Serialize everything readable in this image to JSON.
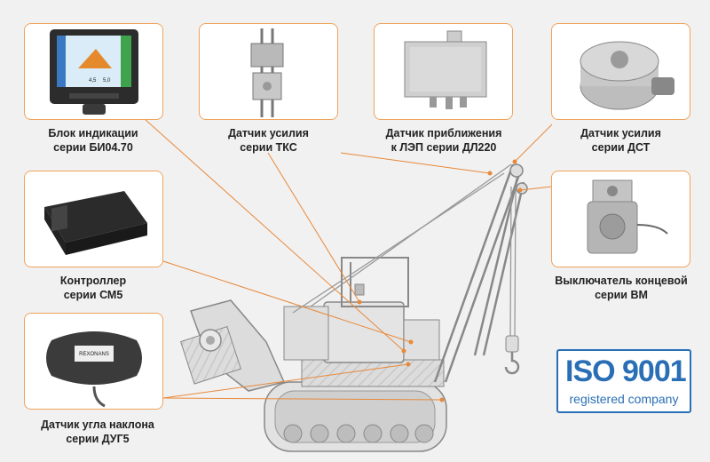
{
  "components": [
    {
      "id": "display",
      "line1": "Блок индикации",
      "line2": "серии БИ04.70"
    },
    {
      "id": "tks",
      "line1": "Датчик усилия",
      "line2": "серии ТКС"
    },
    {
      "id": "dl220",
      "line1": "Датчик приближения",
      "line2": "к ЛЭП серии ДЛ220"
    },
    {
      "id": "dst",
      "line1": "Датчик усилия",
      "line2": "серии ДСТ"
    },
    {
      "id": "controller",
      "line1": "Контроллер",
      "line2": "серии СМ5"
    },
    {
      "id": "switch",
      "line1": "Выключатель концевой",
      "line2": "серии ВМ"
    },
    {
      "id": "tilt",
      "line1": "Датчик угла наклона",
      "line2": "серии ДУГ5"
    }
  ],
  "display_screen": {
    "value1": "4,5",
    "value2": "5,0"
  },
  "tilt_sensor_brand": "REXONANS",
  "iso": {
    "main": "ISO 9001",
    "sub": "registered company"
  },
  "colors": {
    "accent": "#f0a35a",
    "leader": "#e8893a",
    "iso": "#2a6fb5",
    "machine": "#d9d9d9"
  }
}
